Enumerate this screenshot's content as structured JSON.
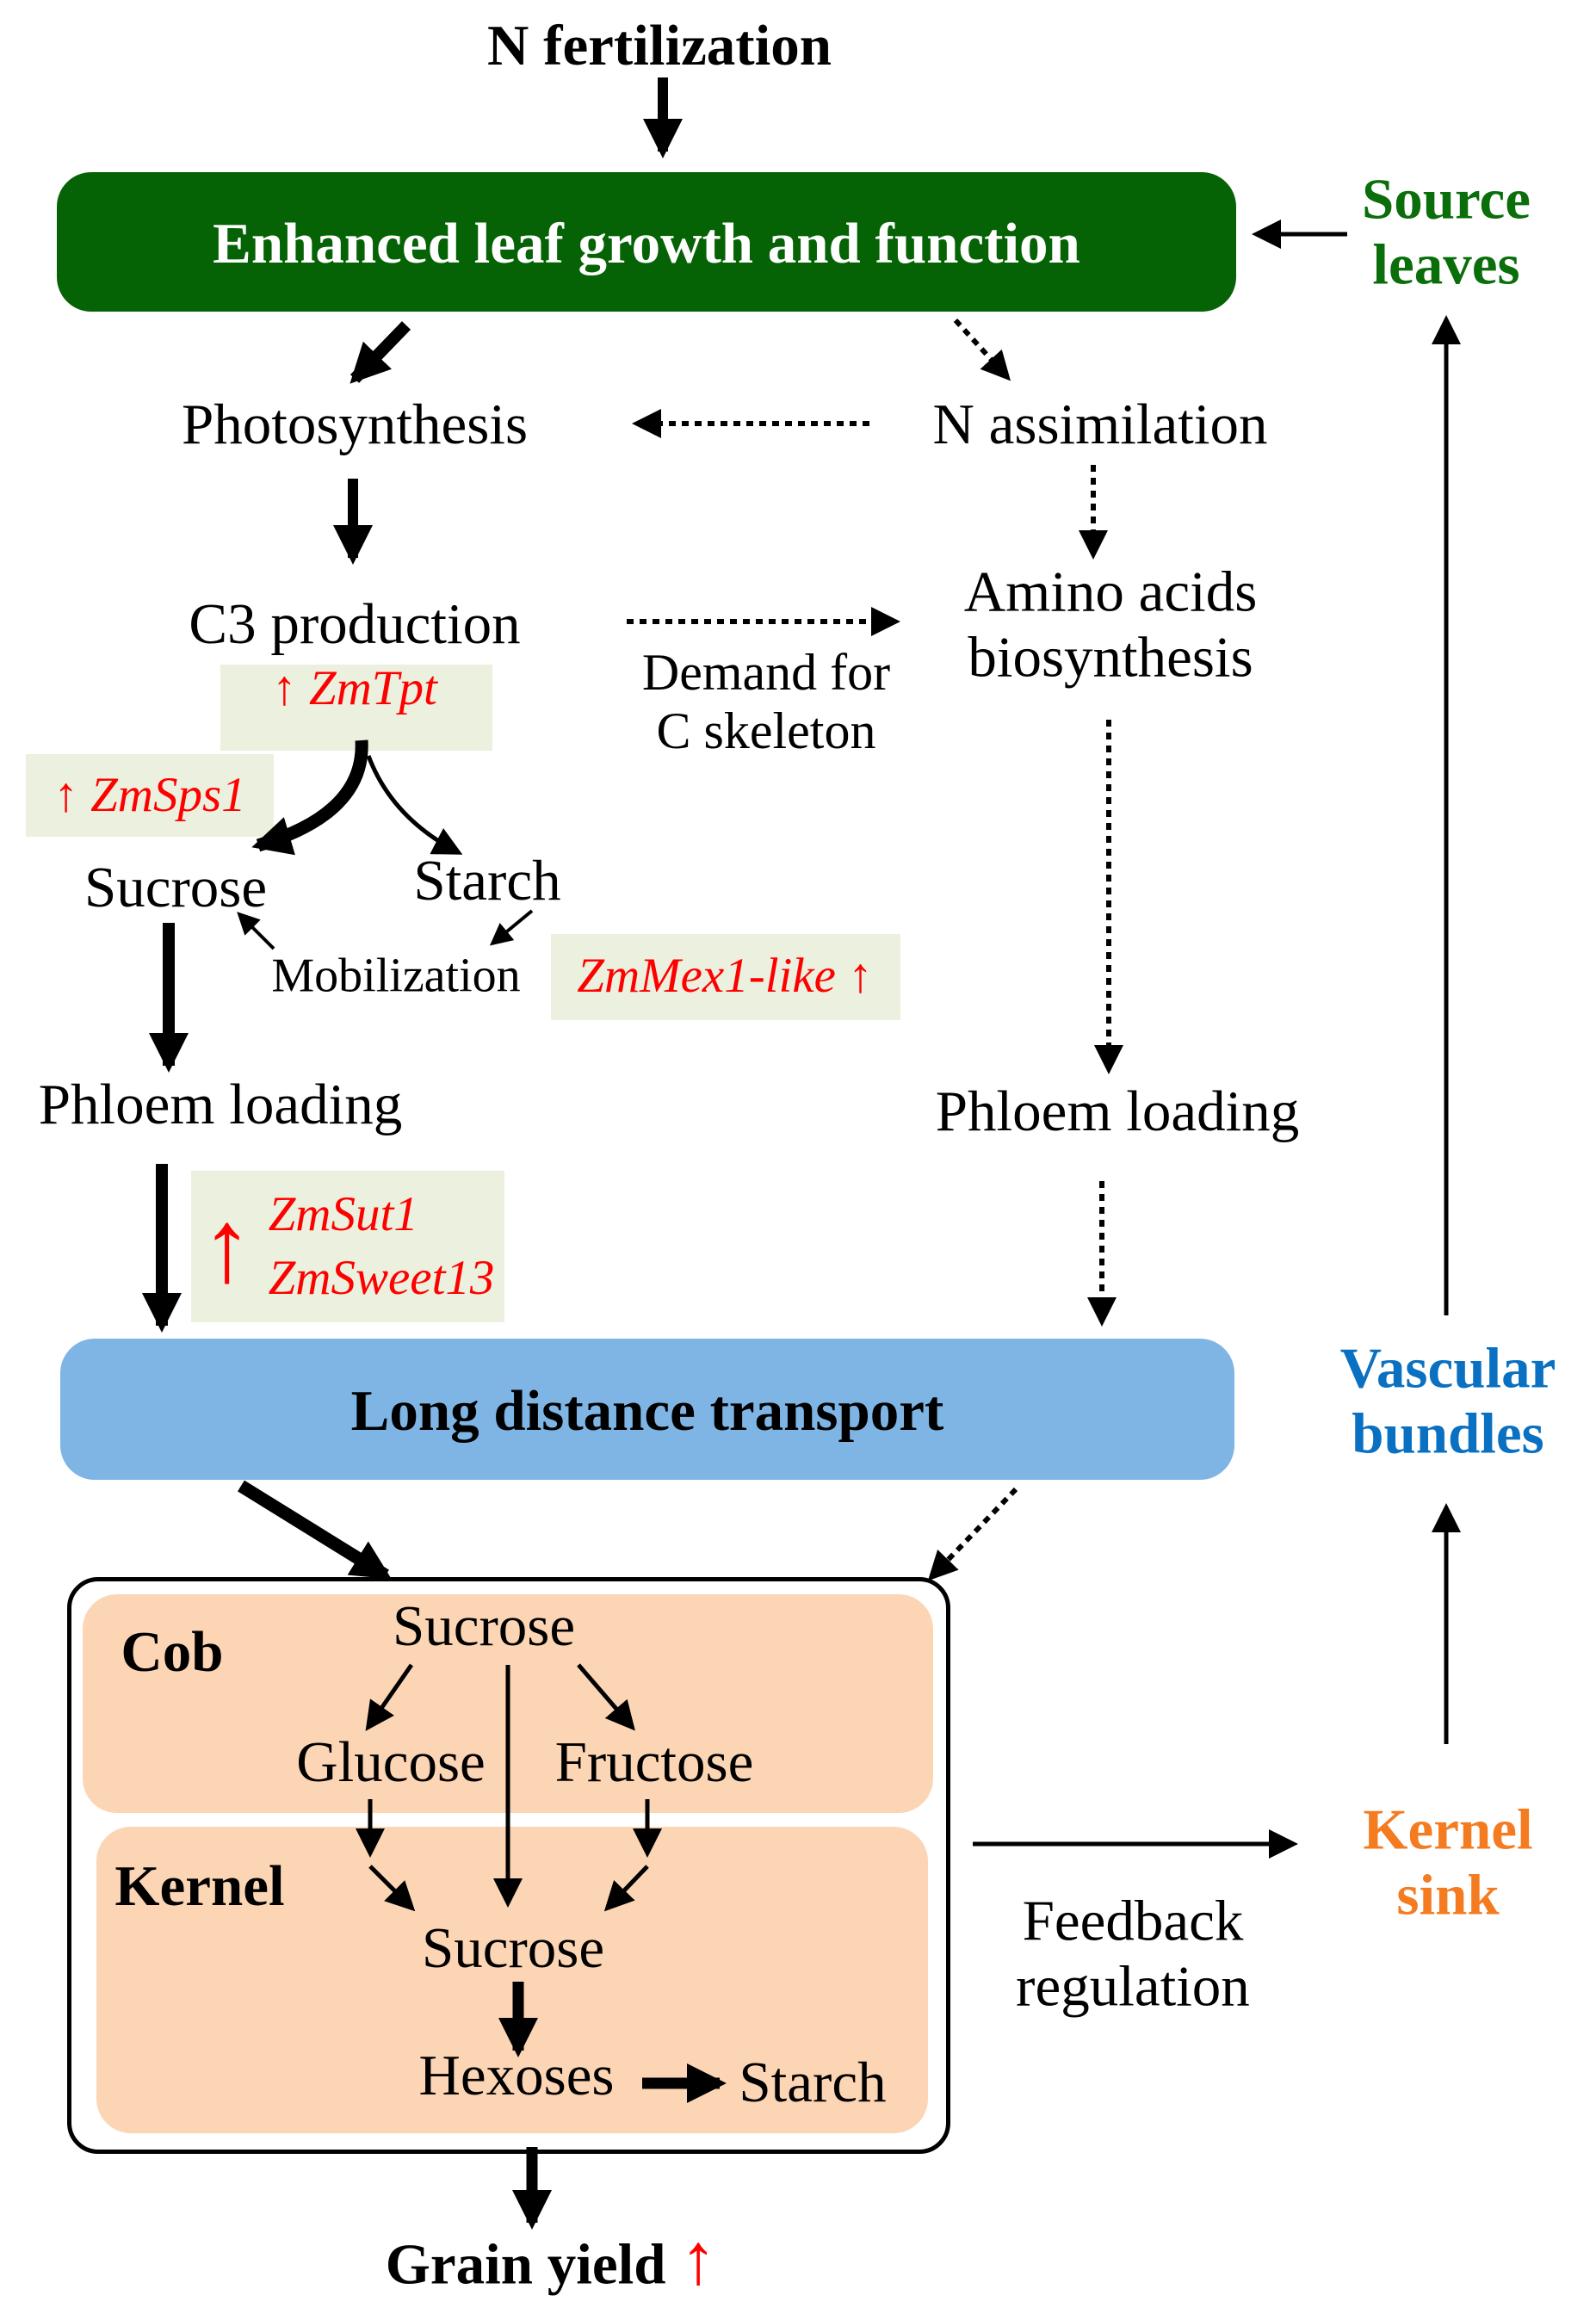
{
  "top_input": "N fertilization",
  "leaf_box": "Enhanced leaf growth and function",
  "source_leaves": [
    "Source",
    "leaves"
  ],
  "photosynthesis": "Photosynthesis",
  "n_assimilation": "N assimilation",
  "c3_production": "C3 production",
  "amino_acids": [
    "Amino acids",
    "biosynthesis"
  ],
  "demand_c": [
    "Demand for",
    "C skeleton"
  ],
  "genes": {
    "tpt": "ZmTpt",
    "sps1": "ZmSps1",
    "mex1": "ZmMex1-like",
    "sut1": "ZmSut1",
    "sweet13": "ZmSweet13"
  },
  "up_arrow": "↑",
  "sucrose_leaf": "Sucrose",
  "starch_leaf": "Starch",
  "mobilization": "Mobilization",
  "phloem_left": "Phloem loading",
  "phloem_right": "Phloem loading",
  "transport_box": "Long distance transport",
  "vascular_bundles": [
    "Vascular",
    "bundles"
  ],
  "cob_label": "Cob",
  "kernel_label": "Kernel",
  "cob_sucrose": "Sucrose",
  "glucose": "Glucose",
  "fructose": "Fructose",
  "kernel_sucrose": "Sucrose",
  "hexoses": "Hexoses",
  "kernel_starch": "Starch",
  "feedback": [
    "Feedback",
    "regulation"
  ],
  "kernel_sink": [
    "Kernel",
    "sink"
  ],
  "grain_yield": "Grain yield",
  "colors": {
    "leaf_box": "#056305",
    "transport_box": "#7fb5e5",
    "cob_kernel_box": "#fcd5b5",
    "gene_box": "#ebf1de",
    "gene_text": "#ff0000",
    "source_leaves": "#0a6e0a",
    "vascular_bundles": "#0a70c2",
    "kernel_sink": "#f47b20"
  }
}
